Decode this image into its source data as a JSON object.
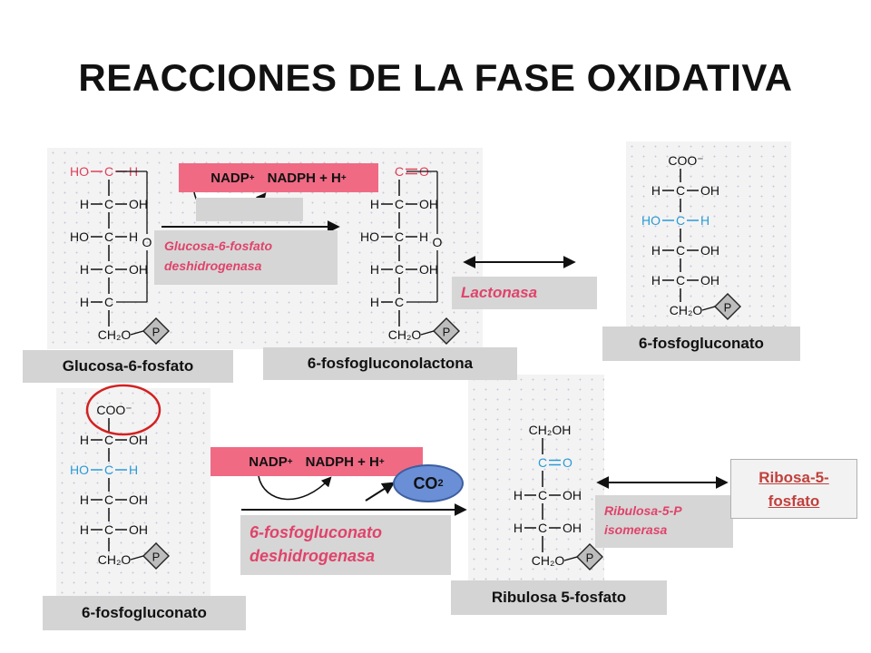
{
  "title": "REACCIONES DE LA FASE OXIDATIVA",
  "molecules": {
    "glucosa6p": {
      "rows": [
        {
          "left": "HO",
          "c": "C",
          "right": "H",
          "hl": "red"
        },
        {
          "left": "H",
          "c": "C",
          "right": "OH"
        },
        {
          "left": "HO",
          "c": "C",
          "right": "H"
        },
        {
          "left": "H",
          "c": "C",
          "right": "OH"
        },
        {
          "left": "H",
          "c": "C",
          "right": ""
        }
      ],
      "ring_o": "O",
      "ch2o": "CH₂O",
      "p": "P"
    },
    "lactona": {
      "rows": [
        {
          "left": "",
          "c": "C",
          "right": "O",
          "hl": "red"
        },
        {
          "left": "H",
          "c": "C",
          "right": "OH"
        },
        {
          "left": "HO",
          "c": "C",
          "right": "H"
        },
        {
          "left": "H",
          "c": "C",
          "right": "OH"
        },
        {
          "left": "H",
          "c": "C",
          "right": ""
        }
      ],
      "ring_o": "O",
      "ch2o": "CH₂O",
      "p": "P"
    },
    "gluconato": {
      "top": "COO⁻",
      "rows": [
        {
          "left": "H",
          "c": "C",
          "right": "OH"
        },
        {
          "left": "HO",
          "c": "C",
          "right": "H",
          "hl": "blue"
        },
        {
          "left": "H",
          "c": "C",
          "right": "OH"
        },
        {
          "left": "H",
          "c": "C",
          "right": "OH"
        }
      ],
      "ch2o": "CH₂O",
      "p": "P"
    },
    "ribulosa": {
      "top": "CH₂OH",
      "rows": [
        {
          "left": "",
          "c": "C",
          "right": "O",
          "hl": "blue"
        },
        {
          "left": "H",
          "c": "C",
          "right": "OH"
        },
        {
          "left": "H",
          "c": "C",
          "right": "OH"
        }
      ],
      "ch2o": "CH₂O",
      "p": "P"
    }
  },
  "labels": {
    "glucosa6p": "Glucosa-6-fosfato",
    "lactona": "6-fosfogluconolactona",
    "gluconato_top": "6-fosfogluconato",
    "gluconato_bottom": "6-fosfogluconato",
    "ribulosa": "Ribulosa 5-fosfato"
  },
  "cofactors": {
    "nadp": "NADP",
    "plus": "+",
    "nadph": "NADPH + H",
    "nadph_plus": "+"
  },
  "enzymes": {
    "g6pdh_1": "Glucosa-6-fosfato",
    "g6pdh_2": "deshidrogenasa",
    "lactonasa": "Lactonasa",
    "pgdh_1": "6-fosfogluconato",
    "pgdh_2": "deshidrogenasa",
    "isomerasa_1": "Ribulosa-5-P",
    "isomerasa_2": "isomerasa"
  },
  "co2": {
    "c": "CO",
    "sub": "2"
  },
  "ribosa": {
    "line1": "Ribosa-5-",
    "line2": "fosfato"
  },
  "colors": {
    "black": "#111111",
    "red_group": "#e0405a",
    "blue_group": "#2a9ad6",
    "pink_box": "#f06a84",
    "enzyme_text": "#e0436a",
    "label_bg": "#d4d4d4",
    "co2_fill": "#6a8fd6",
    "circle": "#d42020"
  }
}
